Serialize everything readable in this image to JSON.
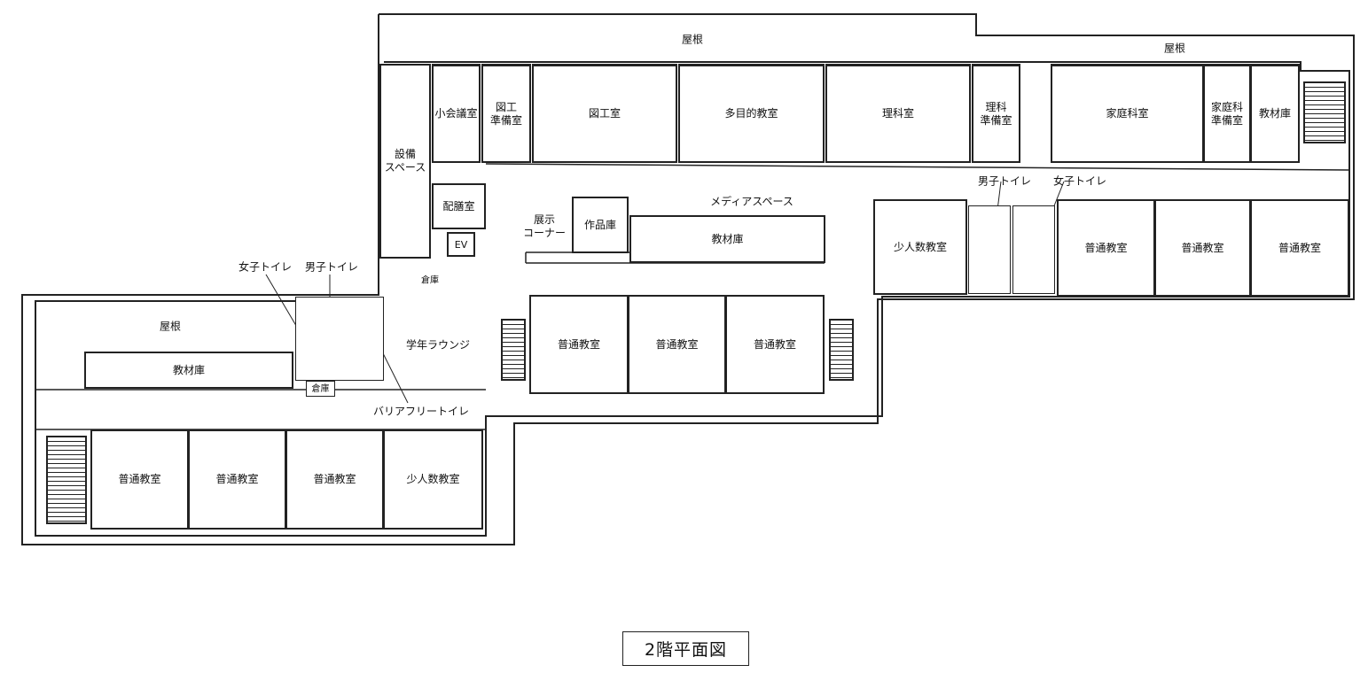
{
  "title": "2階平面図",
  "roof": {
    "top_left": "屋根",
    "top_right": "屋根",
    "left": "屋根"
  },
  "top_rooms": {
    "small_meeting": "小会議室",
    "art_prep": "図工\n準備室",
    "art": "図工室",
    "multipurpose": "多目的教室",
    "science": "理科室",
    "science_prep": "理科\n準備室",
    "home_ec": "家庭科室",
    "home_ec_prep": "家庭科\n準備室",
    "materials": "教材庫"
  },
  "service": {
    "equipment": "設備\nスペース",
    "serving": "配膳室",
    "ev": "EV",
    "storage": "倉庫"
  },
  "center": {
    "display_corner": "展示\nコーナー",
    "artwork_storage": "作品庫",
    "media_space": "メディアスペース",
    "materials": "教材庫",
    "grade_lounge": "学年ラウンジ"
  },
  "right_wing": {
    "small_class": "少人数教室",
    "boys_toilet": "男子トイレ",
    "girls_toilet": "女子トイレ",
    "classrooms": [
      "普通教室",
      "普通教室",
      "普通教室"
    ]
  },
  "middle_classrooms": [
    "普通教室",
    "普通教室",
    "普通教室"
  ],
  "left_wing": {
    "girls_toilet": "女子トイレ",
    "boys_toilet": "男子トイレ",
    "materials": "教材庫",
    "storage": "倉庫",
    "barrier_free_toilet": "バリアフリートイレ",
    "classrooms": [
      "普通教室",
      "普通教室",
      "普通教室"
    ],
    "small_class": "少人数教室"
  }
}
